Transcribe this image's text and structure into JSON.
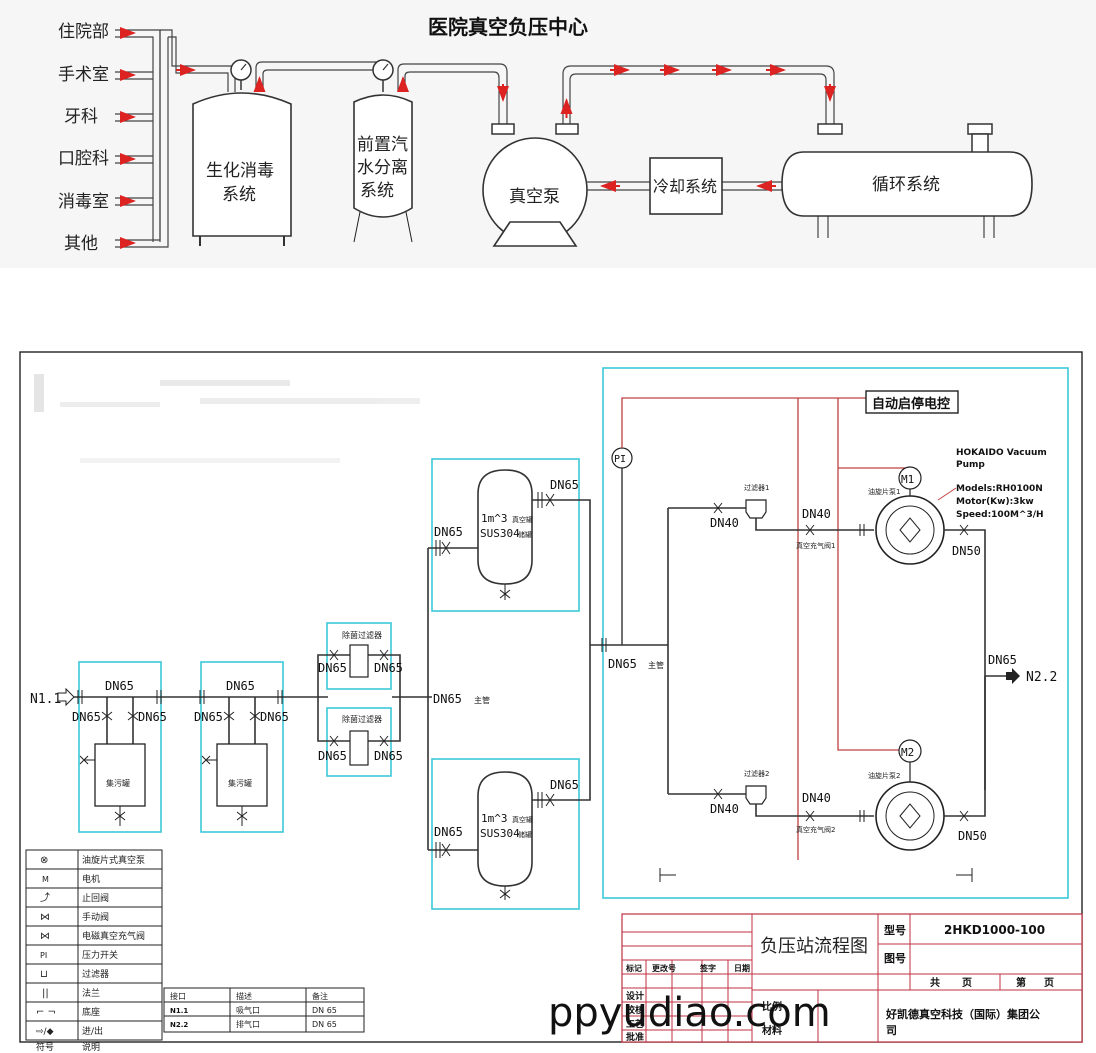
{
  "top": {
    "title": "医院真空负压中心",
    "sources": [
      "住院部",
      "手术室",
      "牙科",
      "口腔科",
      "消毒室",
      "其他"
    ],
    "components": {
      "disinfection": [
        "生化消毒",
        "系统"
      ],
      "separator": [
        "前置汽",
        "水分离",
        "系统"
      ],
      "pump": "真空泵",
      "cooling": "冷却系统",
      "circulation": "循环系统"
    }
  },
  "flow": {
    "inlet": "N1.1",
    "outlet": "N2.2",
    "control": "自动启停电控",
    "pi": "PI",
    "pump_info": [
      "HOKAIDO Vacuum",
      "Pump",
      "Models:RH0100N",
      "Motor(Kw):3kw",
      "Speed:100M^3/H"
    ],
    "motor1": "M1",
    "motor2": "M2",
    "pump_tag1": "油旋片泵1",
    "pump_tag2": "油旋片泵2",
    "filter_tag1": "过滤器1",
    "filter_tag2": "过滤器2",
    "valve_tag1": "真空充气阀1",
    "valve_tag2": "真空充气阀2",
    "tank_lines": [
      "1m^3",
      "SUS304"
    ],
    "tank_sub": "真空罐",
    "tank_sub2": "储罐",
    "filter_tag": "除菌过滤器",
    "collector": "集污罐",
    "main_label": "主管",
    "dn": {
      "dn65": "DN65",
      "dn40": "DN40",
      "dn50": "DN50"
    }
  },
  "legend": {
    "rows": [
      "油旋片式真空泵",
      "电机",
      "止回阀",
      "手动阀",
      "电磁真空充气阀",
      "压力开关",
      "过滤器",
      "法兰",
      "底座",
      "进/出"
    ],
    "symbols": [
      "⊗",
      "M",
      "⤴",
      "⋈",
      "⋈",
      "PI",
      "⊔",
      "||",
      "⌐ ¬",
      "⇨/◆"
    ],
    "footer": [
      "符号",
      "说明"
    ]
  },
  "ports": {
    "headers": [
      "接口",
      "描述",
      "备注"
    ],
    "rows": [
      [
        "N1.1",
        "吸气口",
        "DN 65"
      ],
      [
        "N2.2",
        "排气口",
        "DN 65"
      ]
    ]
  },
  "title_block": {
    "drawing_title": "负压站流程图",
    "model_label": "型号",
    "model_value": "2HKD1000-100",
    "drawing_no_label": "图号",
    "total": "共",
    "page": "页",
    "sheet": "第",
    "sign_headers": [
      "标记",
      "更改号",
      "签字",
      "日期"
    ],
    "roles": [
      "设计",
      "校核",
      "工艺",
      "批准"
    ],
    "scale": "比例",
    "material": "材料",
    "company": [
      "好凯德真空科技（国际）集团公",
      "司"
    ]
  },
  "watermark": "ppyudiao.com"
}
